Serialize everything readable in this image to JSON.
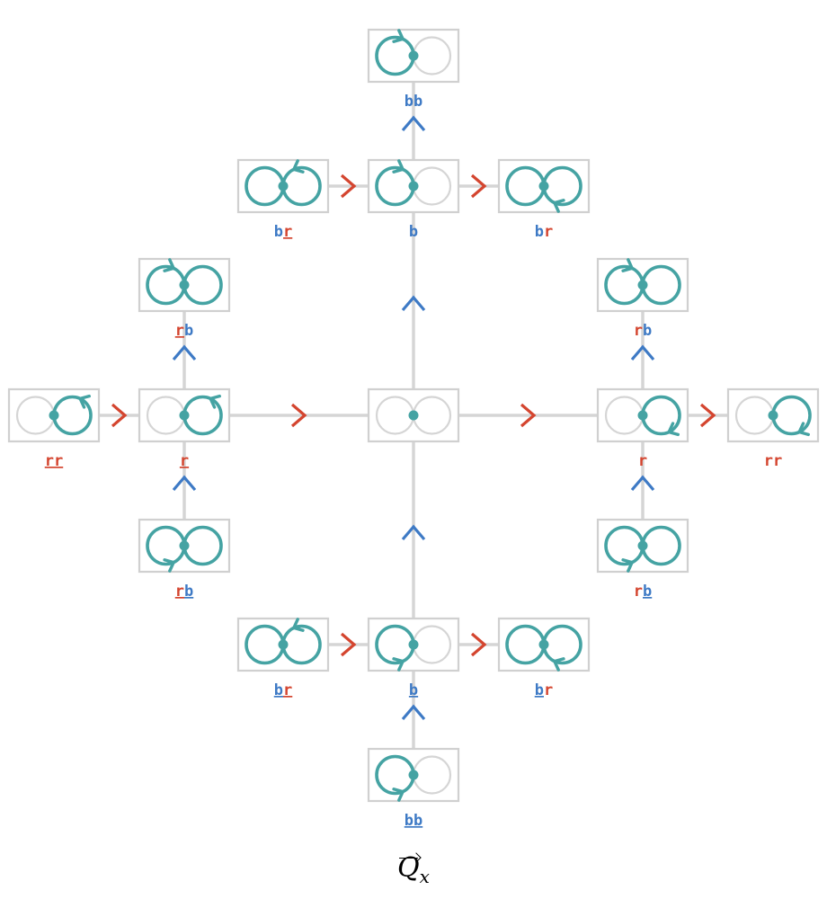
{
  "colors": {
    "blue": "#3e7ac5",
    "red": "#d4452f",
    "teal": "#45a3a3",
    "gray": "#d5d5d5",
    "frame": "#d0d0d0"
  },
  "caption": {
    "symbol": "Q",
    "subscript": "x"
  },
  "nodes": [
    {
      "id": "center",
      "label": []
    },
    {
      "id": "b_up",
      "label": [
        {
          "t": "b",
          "c": "blue"
        }
      ]
    },
    {
      "id": "b_down",
      "label": [
        {
          "t": "b",
          "c": "blue",
          "u": true
        }
      ]
    },
    {
      "id": "r_right",
      "label": [
        {
          "t": "r",
          "c": "red"
        }
      ]
    },
    {
      "id": "r_left",
      "label": [
        {
          "t": "r",
          "c": "red",
          "u": true
        }
      ]
    },
    {
      "id": "bb_top",
      "label": [
        {
          "t": "bb",
          "c": "blue"
        }
      ]
    },
    {
      "id": "bb_bottom",
      "label": [
        {
          "t": "bb",
          "c": "blue",
          "u": true
        }
      ]
    },
    {
      "id": "rr_right",
      "label": [
        {
          "t": "rr",
          "c": "red"
        }
      ]
    },
    {
      "id": "rr_left",
      "label": [
        {
          "t": "rr",
          "c": "red",
          "u": true
        }
      ]
    },
    {
      "id": "br_ul",
      "label": [
        {
          "t": "b",
          "c": "blue"
        },
        {
          "t": "r",
          "c": "red",
          "u": true
        }
      ]
    },
    {
      "id": "br_ur",
      "label": [
        {
          "t": "b",
          "c": "blue"
        },
        {
          "t": "r",
          "c": "red"
        }
      ]
    },
    {
      "id": "br_ll",
      "label": [
        {
          "t": "b",
          "c": "blue",
          "u": true
        },
        {
          "t": "r",
          "c": "red",
          "u": true
        }
      ]
    },
    {
      "id": "br_lr",
      "label": [
        {
          "t": "b",
          "c": "blue",
          "u": true
        },
        {
          "t": "r",
          "c": "red"
        }
      ]
    },
    {
      "id": "rb_ul",
      "label": [
        {
          "t": "r",
          "c": "red",
          "u": true
        },
        {
          "t": "b",
          "c": "blue"
        }
      ]
    },
    {
      "id": "rb_ll",
      "label": [
        {
          "t": "r",
          "c": "red",
          "u": true
        },
        {
          "t": "b",
          "c": "blue",
          "u": true
        }
      ]
    },
    {
      "id": "rb_ur",
      "label": [
        {
          "t": "r",
          "c": "red"
        },
        {
          "t": "b",
          "c": "blue"
        }
      ]
    },
    {
      "id": "rb_lr",
      "label": [
        {
          "t": "r",
          "c": "red"
        },
        {
          "t": "b",
          "c": "blue",
          "u": true
        }
      ]
    }
  ]
}
